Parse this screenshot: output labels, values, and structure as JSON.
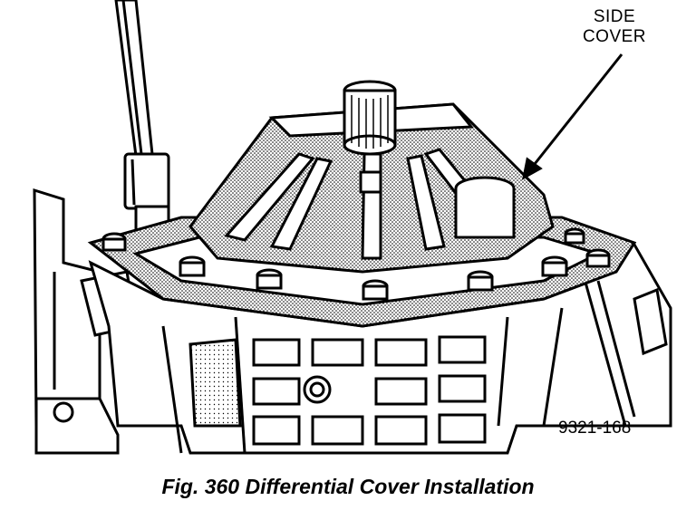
{
  "callout": {
    "line1": "SIDE",
    "line2": "COVER"
  },
  "figure_number": "9321-168",
  "caption": "Fig. 360 Differential Cover Installation",
  "colors": {
    "ink": "#000000",
    "paper": "#ffffff",
    "stipple": "#9a9a9a"
  }
}
